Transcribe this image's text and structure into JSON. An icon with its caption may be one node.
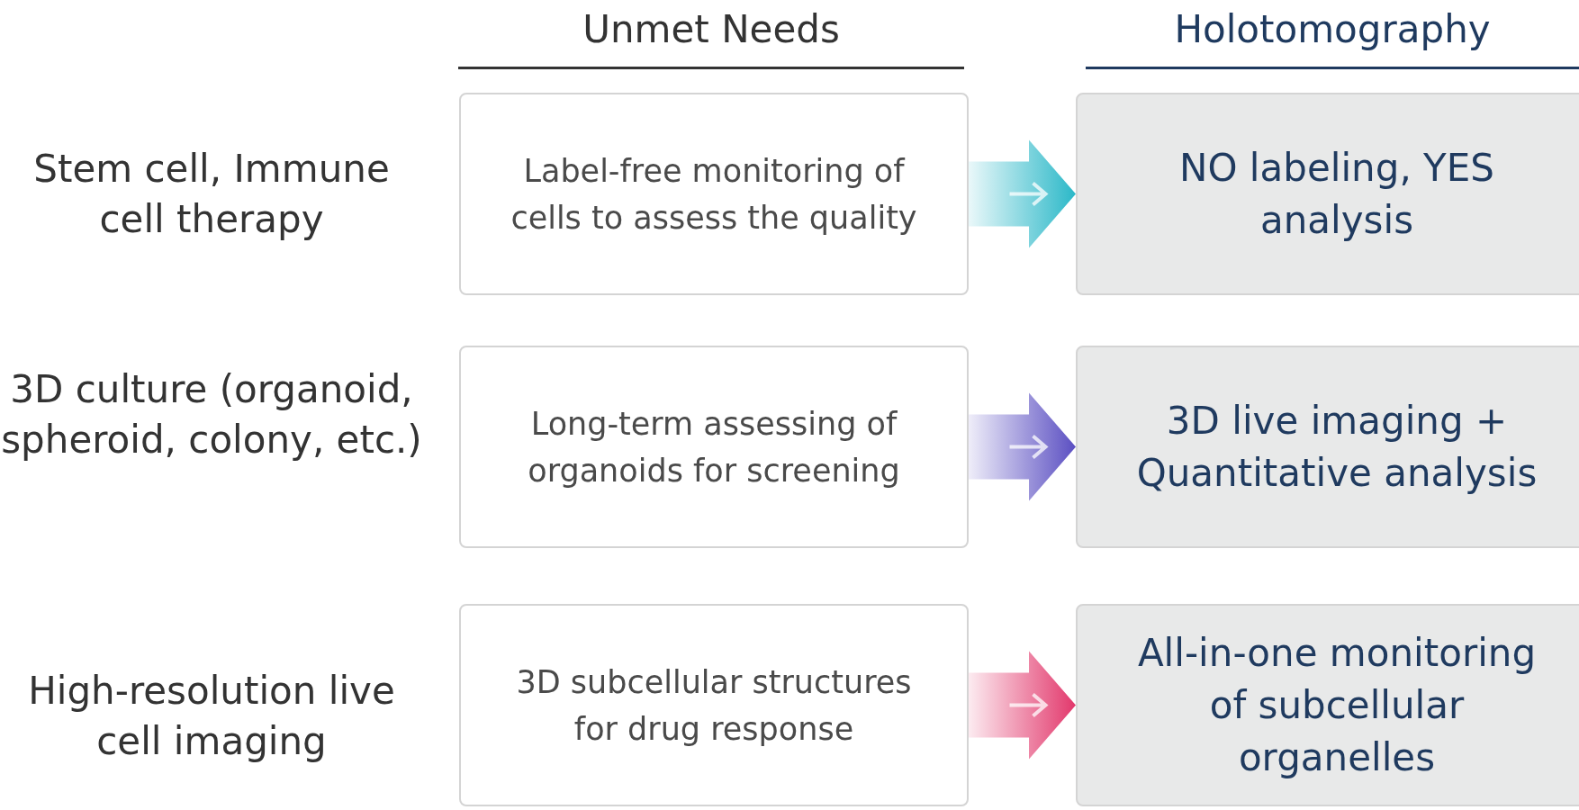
{
  "diagram": {
    "nodes": [
      {
        "text": [
          "Label-free monitoring of cells to assess the quality"
        ]
      },
      {
        "text": [
          "NO labeling, YES analysis"
        ]
      },
      {
        "text": [
          "Long-term assessing of organoids for screening"
        ]
      },
      {
        "text": [
          "3D live imaging + Quantitative analysis"
        ]
      },
      {
        "text": [
          "3D subcellular structures for drug response"
        ]
      },
      {
        "text": [
          "All-in-one monitoring of subcellular organelles"
        ]
      }
    ],
    "edges": [
      {
        "from": 0,
        "to": 1,
        "arrow": "to",
        "color": "#2bb8c8"
      },
      {
        "from": 2,
        "to": 3,
        "arrow": "to",
        "color": "#5b4fc2"
      },
      {
        "from": 4,
        "to": 5,
        "arrow": "to",
        "color": "#e2386c"
      }
    ],
    "labels": [
      "Unmet Needs",
      "Holotomography",
      "Stem cell, Immune cell therapy",
      "3D culture (organoid, spheroid, colony, etc.)",
      "High-resolution live cell imaging"
    ]
  }
}
